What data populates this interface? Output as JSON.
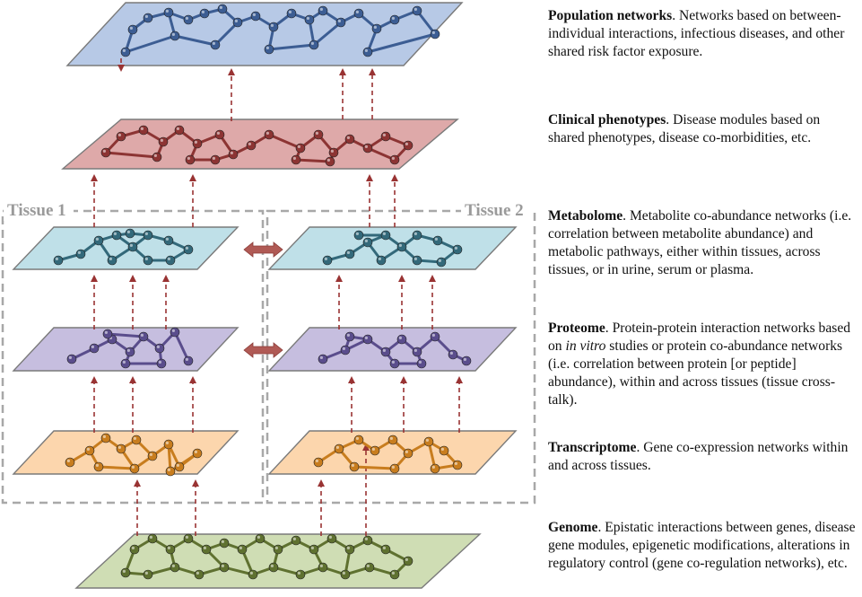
{
  "tissues": {
    "left": "Tissue 1",
    "right": "Tissue 2"
  },
  "colors": {
    "population_fill": "#b7c9e6",
    "population_node": "#3c5d93",
    "clinical_fill": "#dea9a9",
    "clinical_node": "#8c3433",
    "metabolome_fill": "#bfe0e8",
    "metabolome_node": "#33697a",
    "proteome_fill": "#c6bedf",
    "proteome_node": "#5a4d8c",
    "transcriptome_fill": "#fcd6ad",
    "transcriptome_node": "#c87d1e",
    "genome_fill": "#cfddb4",
    "genome_node": "#5f7130",
    "arrow": "#993333",
    "tissue_box": "#a8a8a8"
  },
  "layers": [
    {
      "title": "Population networks",
      "text": ". Networks based on between-individual interactions, infectious diseases, and other shared risk factor exposure."
    },
    {
      "title": "Clinical phenotypes",
      "text": ". Disease modules based on shared phenotypes, disease co-morbidities, etc."
    },
    {
      "title": "Metabolome",
      "text": ". Metabolite co-abundance networks (i.e. correlation between metabolite abundance) and metabolic pathways, either within tissues, across tissues, or in urine, serum or plasma."
    },
    {
      "title": "Proteome",
      "text_before": ". Protein-protein interaction networks based on ",
      "text_italic": "in vitro",
      "text_after": " studies or protein co-abundance networks (i.e. correlation between protein [or peptide] abundance), within and across tissues (tissue cross-talk)."
    },
    {
      "title": "Transcriptome",
      "text": ". Gene co-expression networks within and across tissues."
    },
    {
      "title": "Genome",
      "text": ". Epistatic interactions between genes, disease gene modules, epigenetic modifications, alterations in regulatory control (gene co-regulation networks), etc."
    }
  ]
}
